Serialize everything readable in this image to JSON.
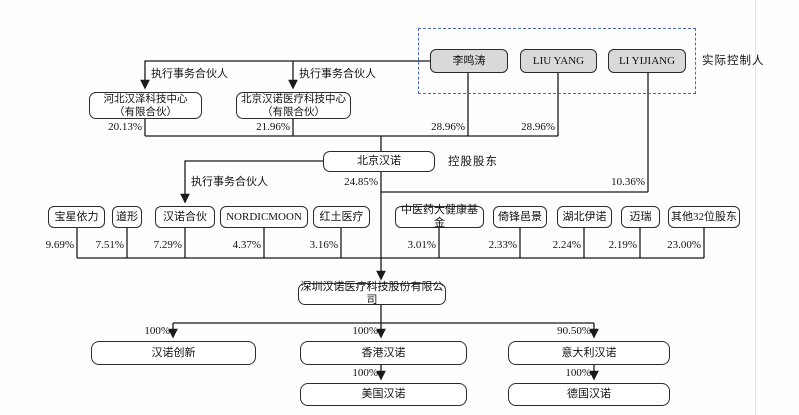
{
  "diagram": {
    "side_labels": {
      "actual_controller": "实际控制人",
      "controlling_shareholder": "控股股东"
    },
    "edge_labels": {
      "executing_partner_left": "执行事务合伙人",
      "executing_partner_mid": "执行事务合伙人",
      "executing_partner_lower": "执行事务合伙人"
    },
    "nodes": {
      "li_mingtao": "李鸣涛",
      "liu_yang": "LIU YANG",
      "li_yijiang": "LI YIJIANG",
      "hebei_hanze": "河北汉泽科技中心\n（有限合伙）",
      "beijing_hannuo_center": "北京汉诺医疗科技中心\n（有限合伙）",
      "beijing_hannuo": "北京汉诺",
      "baoxing_yili": "宝星依力",
      "daoxing": "道形",
      "hannuo_hehuo": "汉诺合伙",
      "nordicmoon": "NORDICMOON",
      "hongtu_yiliao": "红土医疗",
      "zhongyiyao_fund": "中医药大健康基金",
      "yifeng_yijing": "倚锋邑景",
      "hubei_yinuo": "湖北伊诺",
      "mairui": "迈瑞",
      "other_32_shareholders": "其他32位股东",
      "shenzhen_hannuo": "深圳汉诺医疗科技股份有限公司",
      "hannuo_chuangxin": "汉诺创新",
      "hongkong_hannuo": "香港汉诺",
      "italy_hannuo": "意大利汉诺",
      "usa_hannuo": "美国汉诺",
      "germany_hannuo": "德国汉诺"
    },
    "percentages": {
      "hebei_hanze": "20.13%",
      "beijing_hannuo_center": "21.96%",
      "li_mingtao": "28.96%",
      "liu_yang": "28.96%",
      "beijing_hannuo": "24.85%",
      "li_yijiang": "10.36%",
      "baoxing_yili": "9.69%",
      "daoxing": "7.51%",
      "hannuo_hehuo": "7.29%",
      "nordicmoon": "4.37%",
      "hongtu_yiliao": "3.16%",
      "zhongyiyao_fund": "3.01%",
      "yifeng_yijing": "2.33%",
      "hubei_yinuo": "2.24%",
      "mairui": "2.19%",
      "other_32_shareholders": "23.00%",
      "hannuo_chuangxin": "100%",
      "hongkong_hannuo": "100%",
      "italy_hannuo": "90.50%",
      "usa_hannuo": "100%",
      "germany_hannuo": "100%"
    },
    "colors": {
      "person_box_fill": "#d9d9d9",
      "box_border": "#2b2b2b",
      "dashed_border": "#4a69bd",
      "line": "#1a1a1a"
    }
  }
}
